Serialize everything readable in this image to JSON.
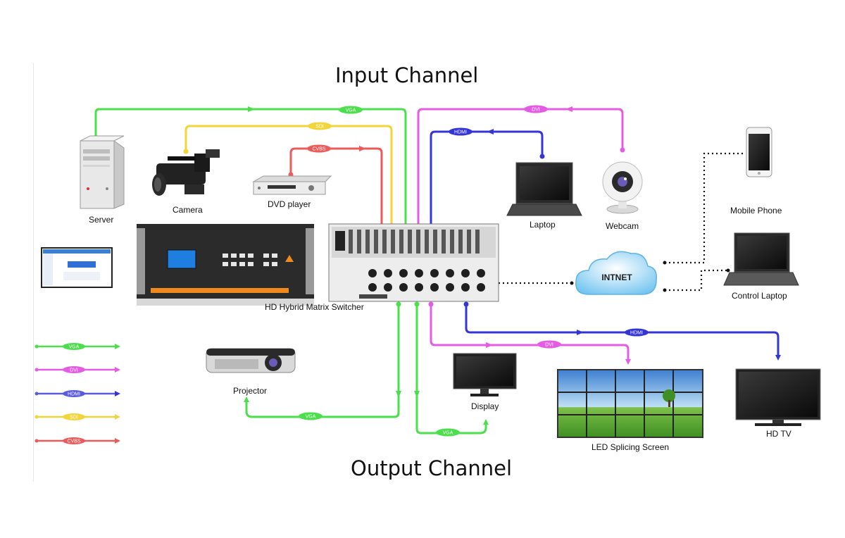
{
  "titles": {
    "input": "Input Channel",
    "output": "Output Channel"
  },
  "devices": {
    "server": "Server",
    "camera": "Camera",
    "dvd": "DVD player",
    "laptop": "Laptop",
    "webcam": "Webcam",
    "mobile": "Mobile Phone",
    "control_laptop": "Control Laptop",
    "intnet": "INTNET",
    "switcher": "HD Hybrid Matrix Switcher",
    "projector": "Projector",
    "display": "Display",
    "led": "LED Splicing Screen",
    "hdtv": "HD TV"
  },
  "cables": {
    "vga": "VGA",
    "dvi": "DVI",
    "hdmi": "HDMI",
    "sdi": "SDI",
    "cvbs": "CVBS"
  },
  "colors": {
    "vga": "#4be04b",
    "dvi": "#e35ce3",
    "hdmi": "#3535d6",
    "sdi": "#f2d53a",
    "cvbs": "#ec5a5a"
  },
  "legend": [
    {
      "label": "VGA",
      "color": "#4be04b"
    },
    {
      "label": "DVI",
      "color": "#e35ce3"
    },
    {
      "label": "HDMI",
      "color": "#5a5ae0"
    },
    {
      "label": "SDI",
      "color": "#f2d53a"
    },
    {
      "label": "CVBS",
      "color": "#ec5a5a"
    }
  ]
}
